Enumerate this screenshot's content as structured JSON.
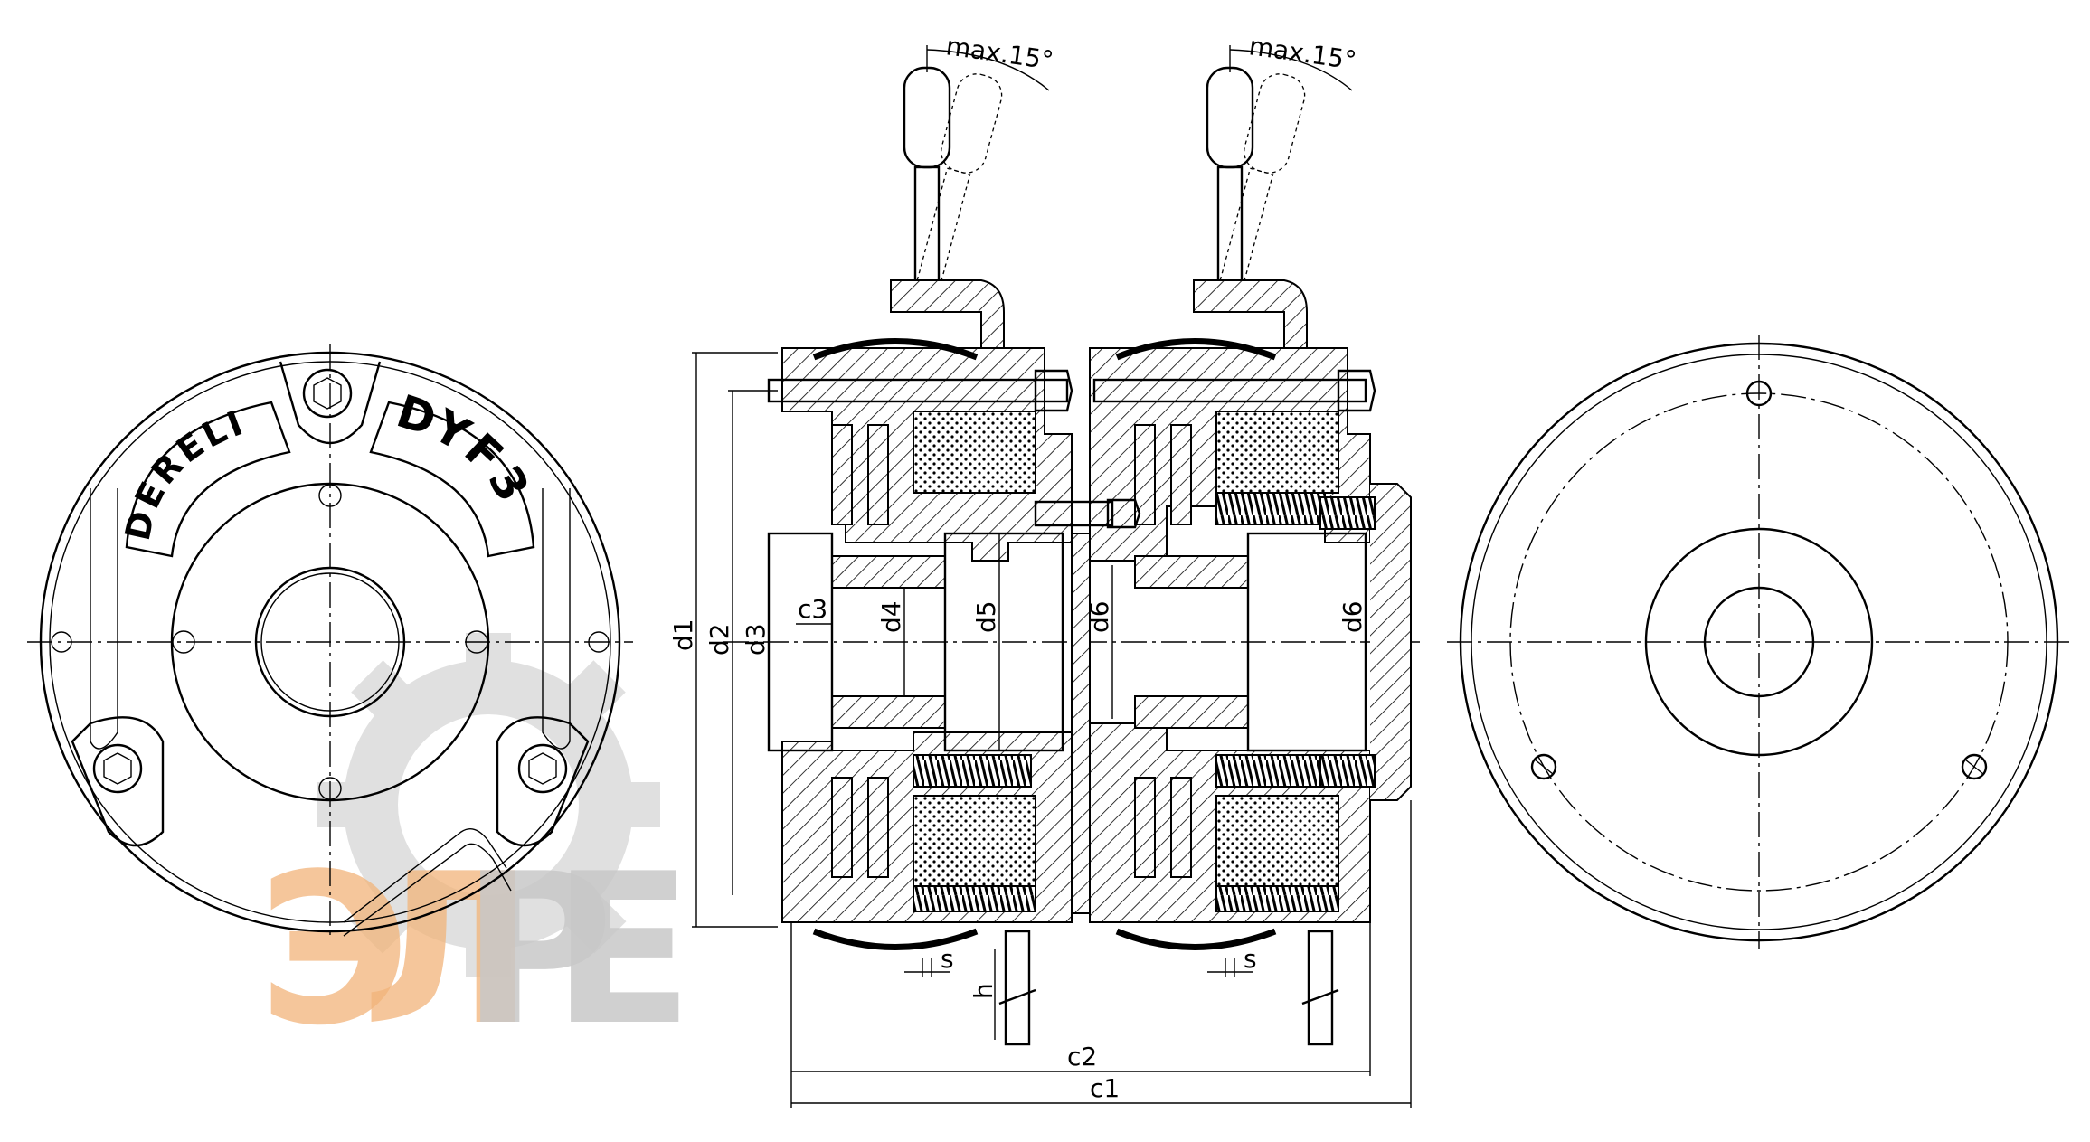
{
  "front_view": {
    "brand_text": "DERELI",
    "model_text": "DYF3"
  },
  "side_view": {
    "angle_label_left": "max.15°",
    "angle_label_right": "max.15°",
    "dims": {
      "d1": "d1",
      "d2": "d2",
      "d3": "d3",
      "d4": "d4",
      "d5": "d5",
      "d6_left": "d6",
      "d6_right": "d6",
      "c3": "c3",
      "s_left": "s",
      "s_right": "s",
      "h": "h",
      "c2": "c2",
      "c1": "c1"
    }
  },
  "watermark": {
    "glyphs": [
      "Э",
      "Л",
      "Р",
      "Е"
    ],
    "colors": {
      "orange": "#f2b47a",
      "gray": "#c8c8c8"
    }
  }
}
